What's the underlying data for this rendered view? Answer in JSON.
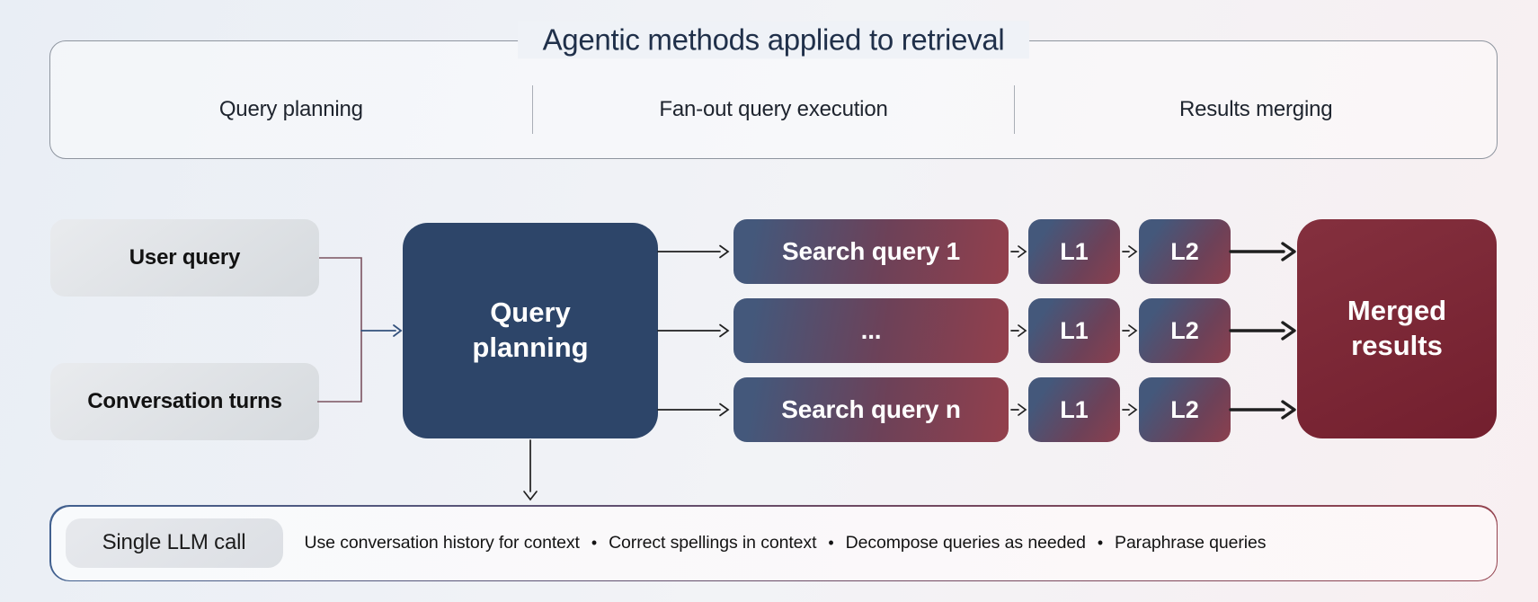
{
  "header": {
    "title": "Agentic methods applied to retrieval",
    "columns": [
      {
        "label": "Query planning"
      },
      {
        "label": "Fan-out query execution"
      },
      {
        "label": "Results merging"
      }
    ]
  },
  "inputs": {
    "user_query": "User query",
    "conversation_turns": "Conversation turns"
  },
  "planner": {
    "label": "Query planning"
  },
  "fanout": {
    "rows": [
      {
        "query": "Search query 1",
        "l1": "L1",
        "l2": "L2"
      },
      {
        "query": "...",
        "l1": "L1",
        "l2": "L2"
      },
      {
        "query": "Search query n",
        "l1": "L1",
        "l2": "L2"
      }
    ]
  },
  "merged": {
    "label": "Merged results"
  },
  "footer": {
    "badge": "Single LLM call",
    "separator": "•",
    "notes": [
      "Use conversation history for context",
      "Correct spellings in context",
      "Decompose queries as needed",
      "Paraphrase queries"
    ]
  },
  "colors": {
    "page-bg-left": "#e9eef5",
    "page-bg-mid": "#f2f3f6",
    "page-bg-right": "#f8eff1",
    "panel-border": "#8e959f",
    "title-navy": "#20304a",
    "label-dark": "#1e242e",
    "box-gray-a": "#e9ebee",
    "box-gray-b": "#d6dade",
    "navy": "#2d4569",
    "grad-blue": "#44587b",
    "grad-red": "#93404c",
    "maroon-a": "#84303e",
    "maroon-b": "#731f2e",
    "arrow-dark": "#1f1f1f",
    "connector-mauve": "#7b5260",
    "connector-navy": "#33517c",
    "bar-border-blue": "#41608f",
    "bar-border-red": "#93424e",
    "bar-bg-a": "#f8fafc",
    "bar-bg-b": "#fdf7f8",
    "pill-a": "#e7e9ed",
    "pill-b": "#dcdfe4",
    "text-dark": "#141414"
  }
}
